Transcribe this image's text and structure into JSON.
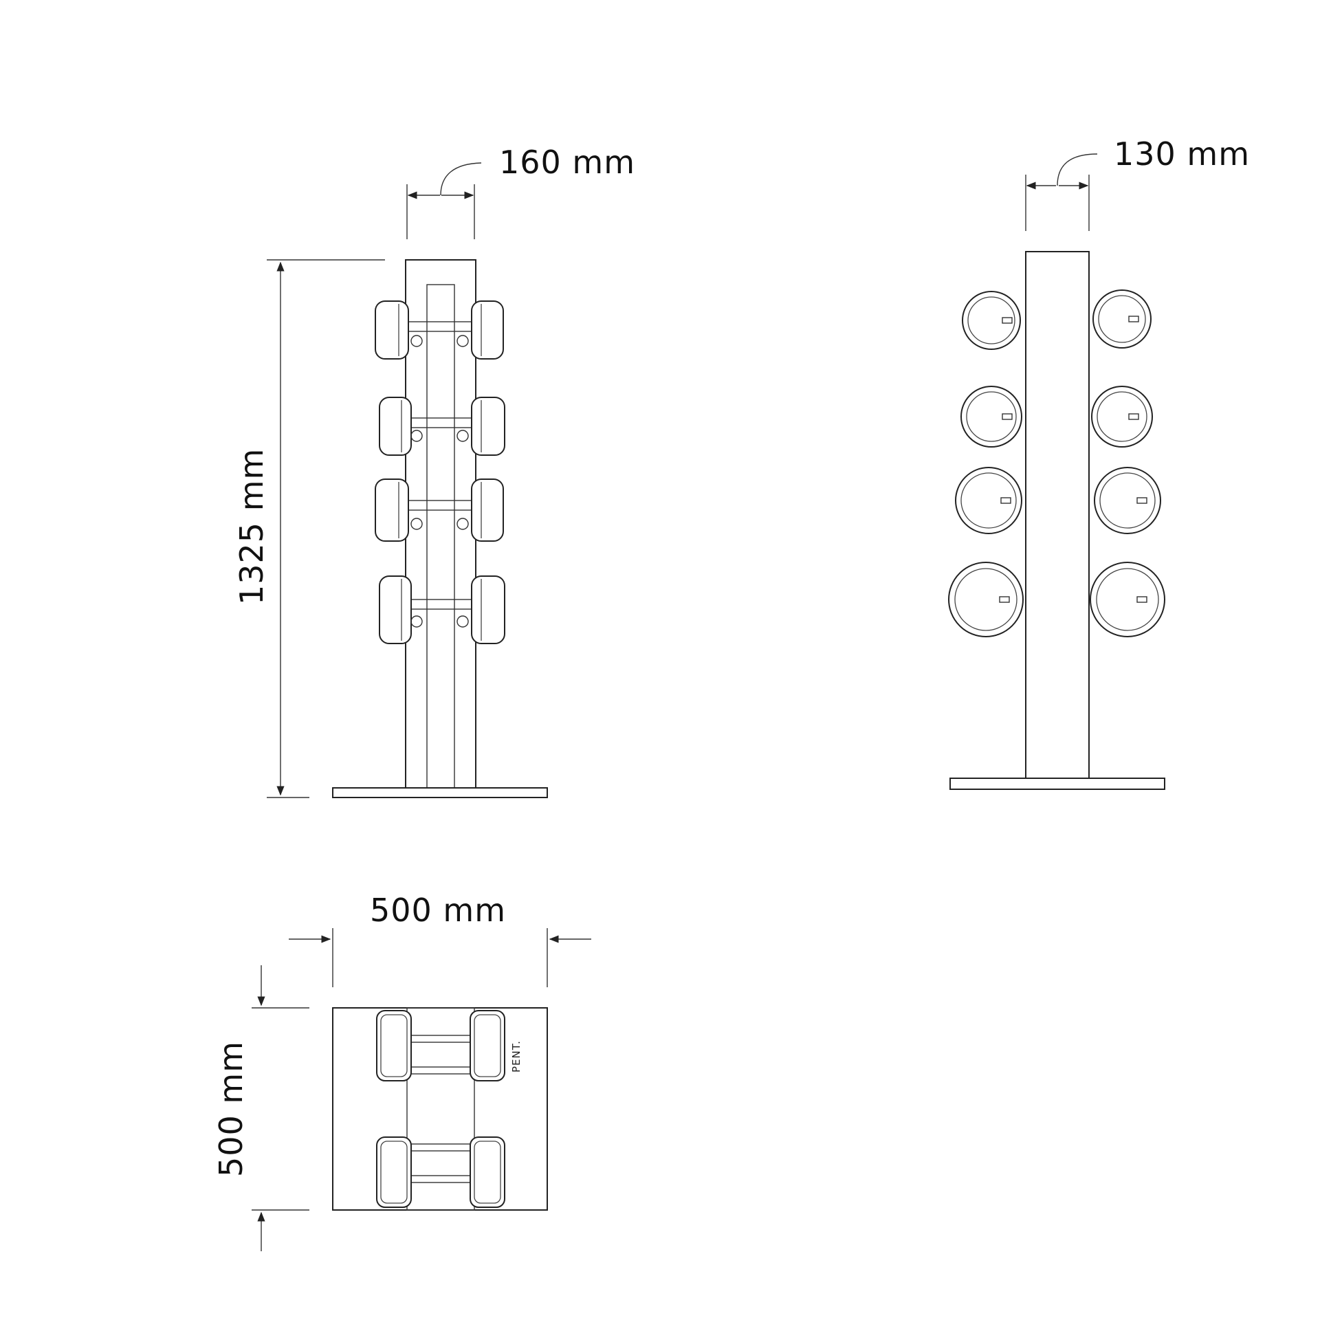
{
  "front_view": {
    "width_label": "160 mm",
    "height_label": "1325 mm",
    "dumbbell_rows": 4
  },
  "side_view": {
    "width_label": "130 mm",
    "plate_rows": 4
  },
  "top_view": {
    "width_label": "500 mm",
    "depth_label": "500 mm",
    "brand_mark": "PENT.",
    "dumbbells": 2
  },
  "colors": {
    "line": "#222222",
    "background": "#ffffff"
  }
}
